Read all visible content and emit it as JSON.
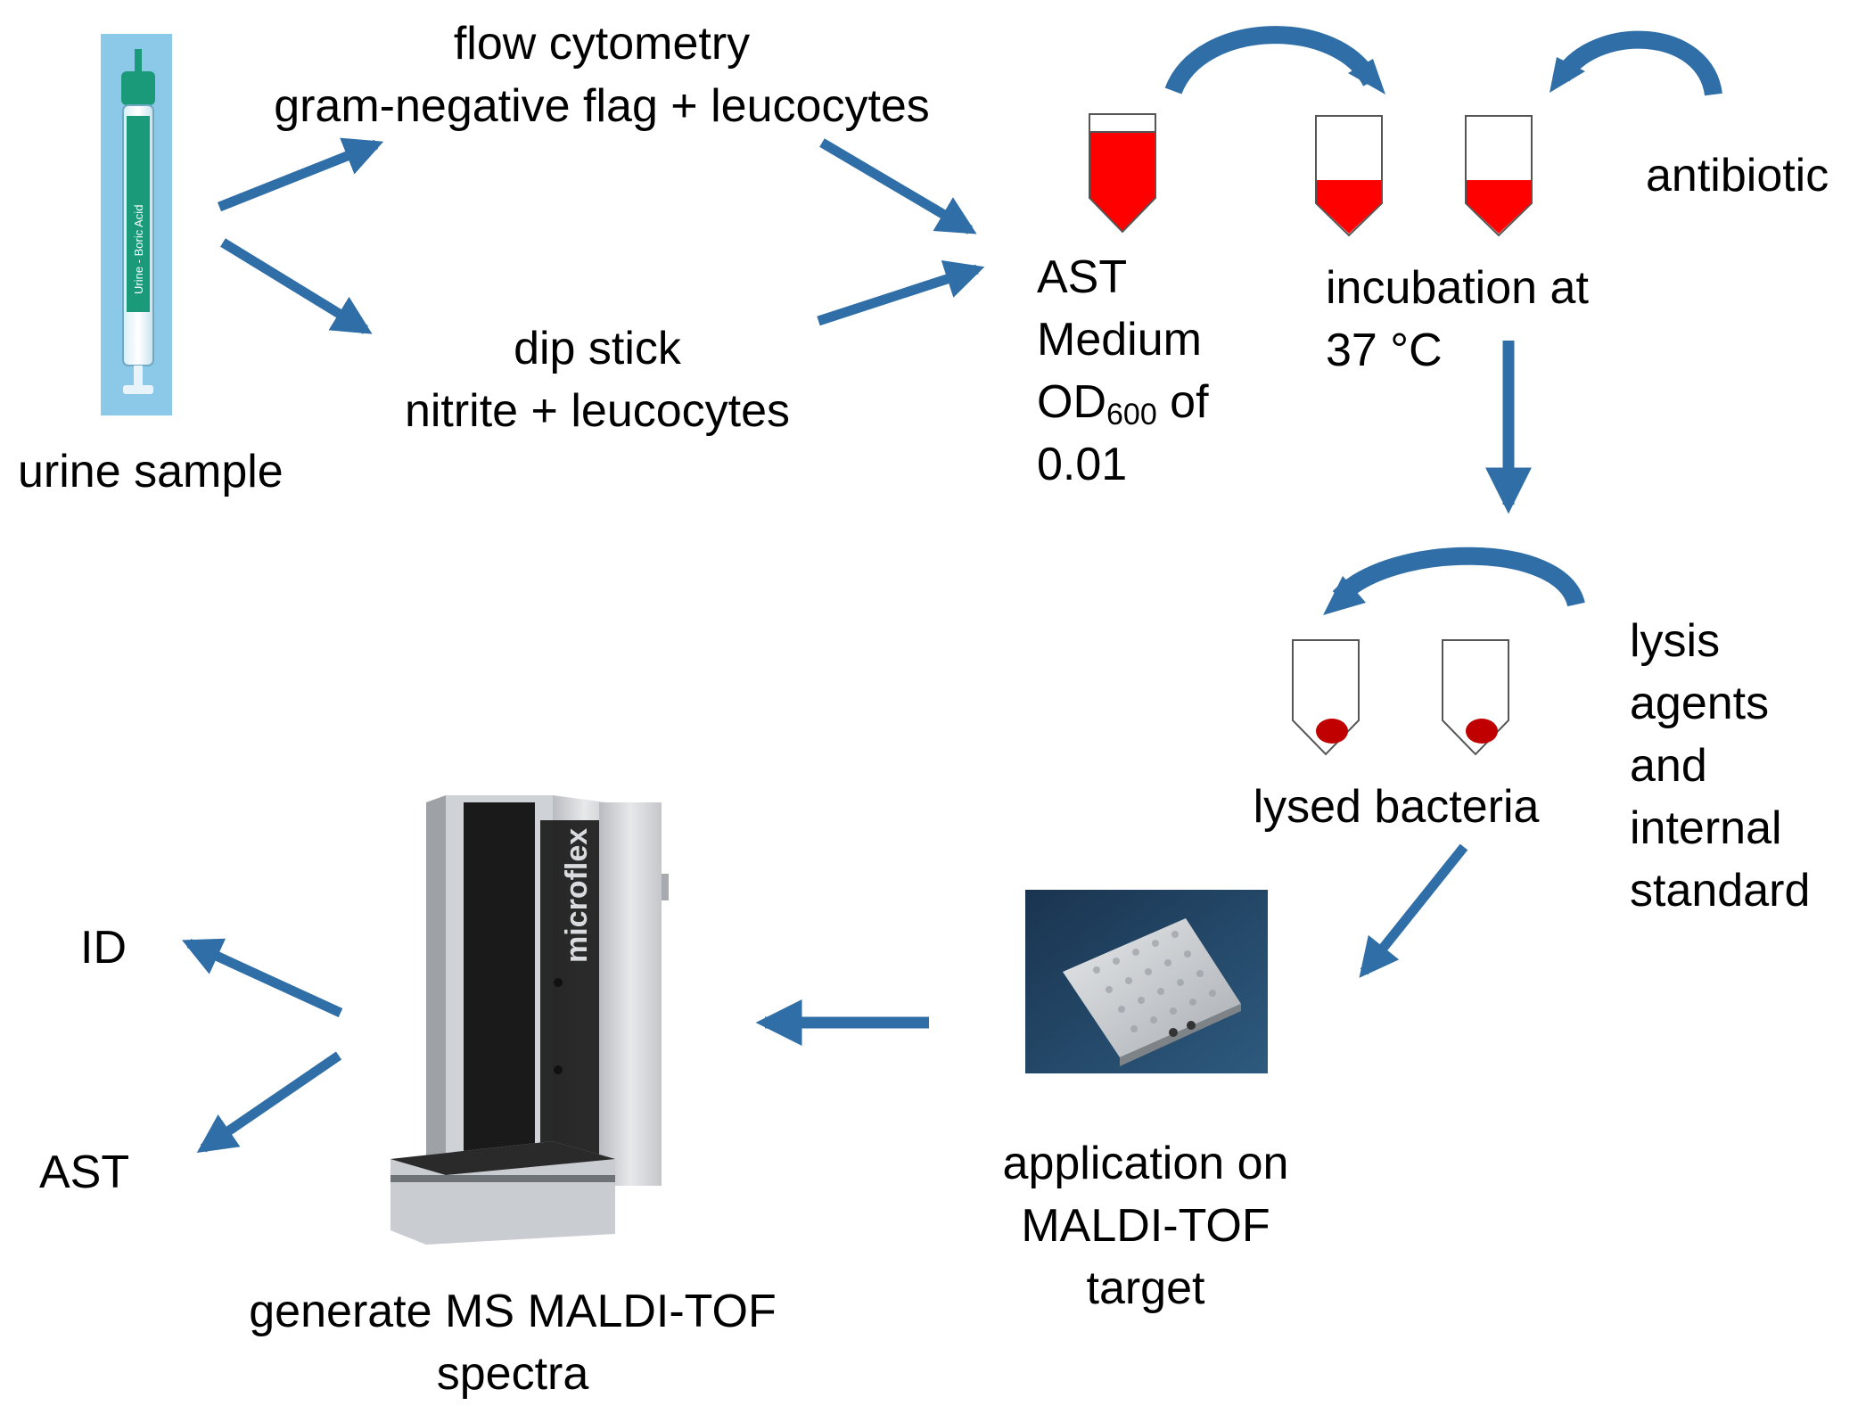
{
  "colors": {
    "arrow": "#2f6ea6",
    "liquid": "#ff0000",
    "pellet": "#c00000",
    "tube_outline": "#555555",
    "urine_tube_bg": "#8cc8e8",
    "urine_tube_label": "#1a9a78",
    "maldi_target_bg": "#1c3d5a",
    "instrument_front": "#1a1a1a",
    "instrument_body": "#d4d6da"
  },
  "icons": {
    "urine_tube": "urine-sample-tube-image",
    "urine_tube_label_text": "Urine - Boric Acid",
    "culture_tubes": "culture-tube-icon",
    "lysis_tubes": "lysed-pellet-tube-icon",
    "target_plate": "maldi-target-plate-image",
    "instrument": "maldi-tof-instrument-image",
    "instrument_brand_text": "microflex"
  },
  "labels": {
    "urine_sample": "urine sample",
    "flow_line1": "flow cytometry",
    "flow_line2": "gram-negative flag + leucocytes",
    "dip_line1": "dip stick",
    "dip_line2": "nitrite + leucocytes",
    "ast_medium_line1": "AST",
    "ast_medium_line2": "Medium",
    "ast_medium_line3_main": "OD",
    "ast_medium_line3_sub": "600",
    "ast_medium_line3_tail": " of",
    "ast_medium_line4": "0.01",
    "antibiotic": "antibiotic",
    "incubation_line1": "incubation at",
    "incubation_line2": "37 °C",
    "lysis_line1": "lysis",
    "lysis_line2": "agents",
    "lysis_line3": "and",
    "lysis_line4": "internal",
    "lysis_line5": "standard",
    "lysed_bacteria": "lysed bacteria",
    "application_line1": "application on",
    "application_line2": "MALDI-TOF",
    "application_line3": "target",
    "generate_line1": "generate MS MALDI-TOF",
    "generate_line2": "spectra",
    "id_output": "ID",
    "ast_output": "AST"
  }
}
